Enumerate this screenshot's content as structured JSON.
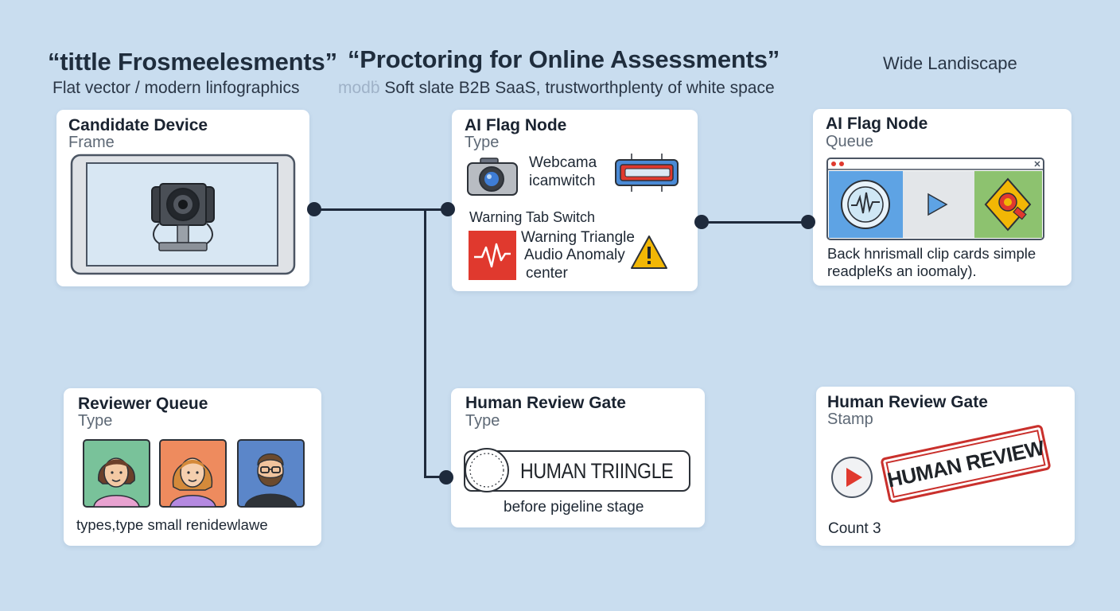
{
  "header": {
    "title_left": "“tittle Frosmeelesments”",
    "title_main": "“Proctoring for Online Assessments”",
    "title_right": "Wide Landiscape",
    "subtitle_left": "Flat vector / modern linfographics",
    "subtitle_ghost": "modḃ",
    "subtitle_right": "Soft slate B2B SaaS, trustworthplenty of white space"
  },
  "cards": {
    "candidate": {
      "title": "Candidate Device",
      "sub": "Frame"
    },
    "flag_type": {
      "title": "AI Flag Node",
      "sub": "Type",
      "webcam_line1": "Webcama",
      "webcam_line2": "icamwitch",
      "tab_label": "Warning Tab Switch",
      "triangle_line1": "Warning Triangle",
      "triangle_line2": "Audio Anomaly",
      "triangle_line3": "center"
    },
    "flag_queue": {
      "title": "AI Flag Node",
      "sub": "Queue",
      "caption_line1": "Back  hnrismall clip cards simple",
      "caption_line2": "readpleКs an ioomaly)."
    },
    "reviewer": {
      "title": "Reviewer Queue",
      "sub": "Type",
      "caption": "types,type small renidewlawe"
    },
    "gate_type": {
      "title": "Human Review Gate",
      "sub": "Type",
      "button": "HUMAN TRIINGLE",
      "caption": "before pigeline stage"
    },
    "gate_stamp": {
      "title": "Human Review Gate",
      "sub": "Stamp",
      "stamp": "HUMAN REVIEW",
      "count": "Count 3"
    }
  },
  "colors": {
    "background": "#c9ddef",
    "card": "#ffffff",
    "connector": "#1e2a3c",
    "alert_red": "#e0392e",
    "warning_yellow": "#f2b705",
    "stamp_red": "#c9302c"
  }
}
